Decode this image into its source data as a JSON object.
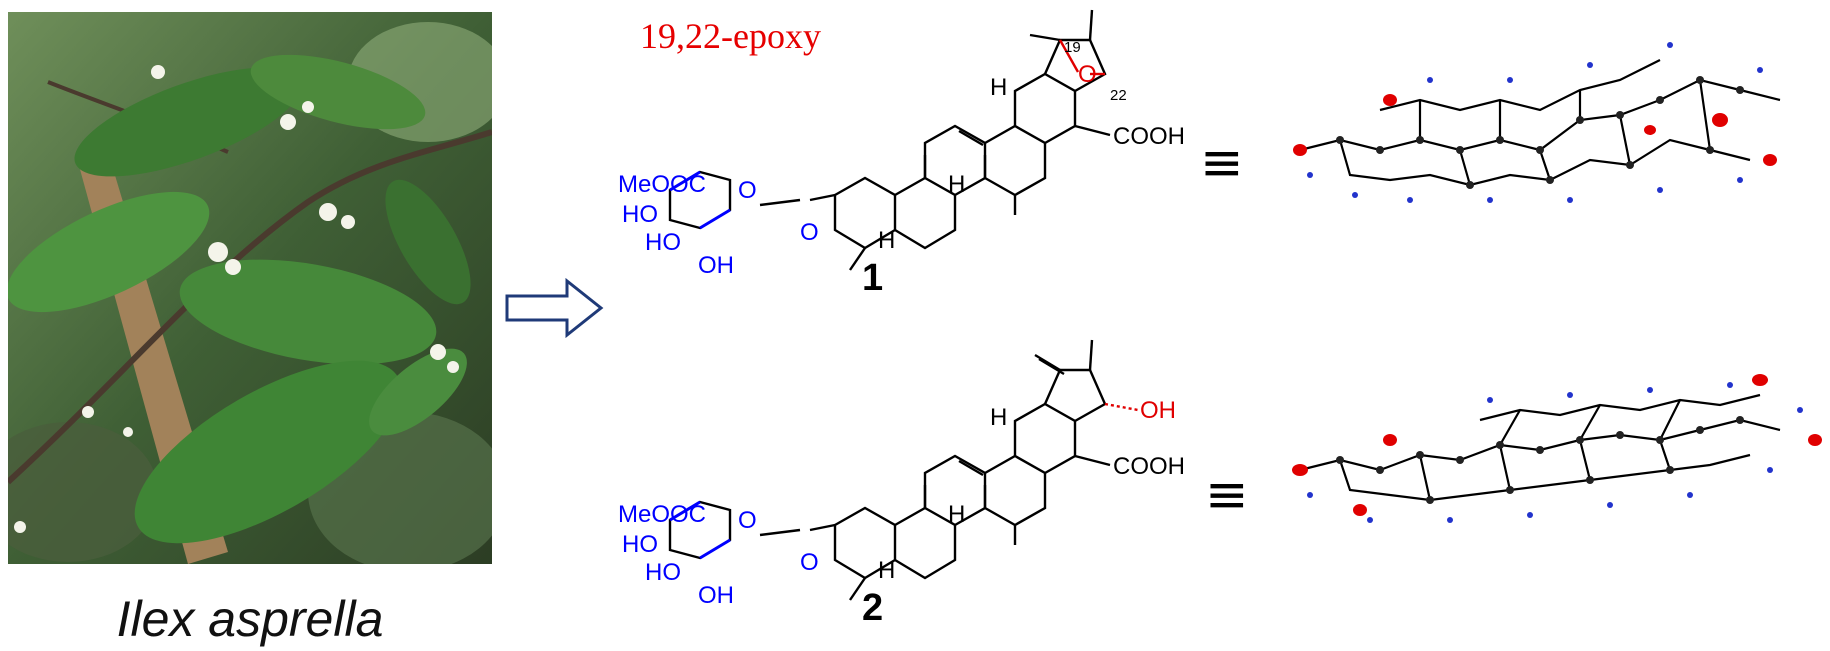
{
  "photo": {
    "caption": "Ilex asprella"
  },
  "scheme": {
    "label_epoxy": "19,22-epoxy",
    "compound1": {
      "number": "1",
      "substituent_ester": "MeOOC",
      "hydroxyls": [
        "HO",
        "HO",
        "OH"
      ],
      "ring_oxygens": [
        "O",
        "O"
      ],
      "acid": "COOH",
      "stereo_h": [
        "H",
        "H",
        "H"
      ],
      "position_labels": [
        "19",
        "22"
      ],
      "epoxy_oxygen": "O"
    },
    "compound2": {
      "number": "2",
      "substituent_ester": "MeOOC",
      "hydroxyls": [
        "HO",
        "HO",
        "OH"
      ],
      "ring_oxygens": [
        "O",
        "O"
      ],
      "acid": "COOH",
      "stereo_h": [
        "H",
        "H",
        "H"
      ],
      "side_hydroxyl": "OH"
    },
    "equivalence_symbol": "≡"
  }
}
